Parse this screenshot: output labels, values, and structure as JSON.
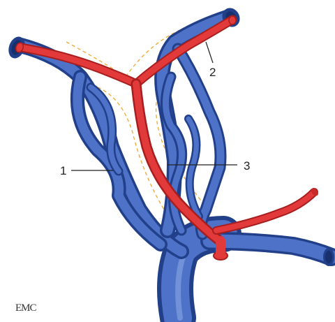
{
  "figure": {
    "callouts": [
      {
        "id": "1",
        "label": "1"
      },
      {
        "id": "2",
        "label": "2"
      },
      {
        "id": "3",
        "label": "3"
      }
    ],
    "logo_text": "EMC"
  },
  "colors": {
    "vein": "#3a5fb8",
    "vein_dark": "#22408a",
    "vein_light": "#6f8fd8",
    "artery": "#e23a3a",
    "artery_dark": "#a81e1e",
    "dashed_outline": "#f0a830",
    "callout_line": "#222222"
  }
}
